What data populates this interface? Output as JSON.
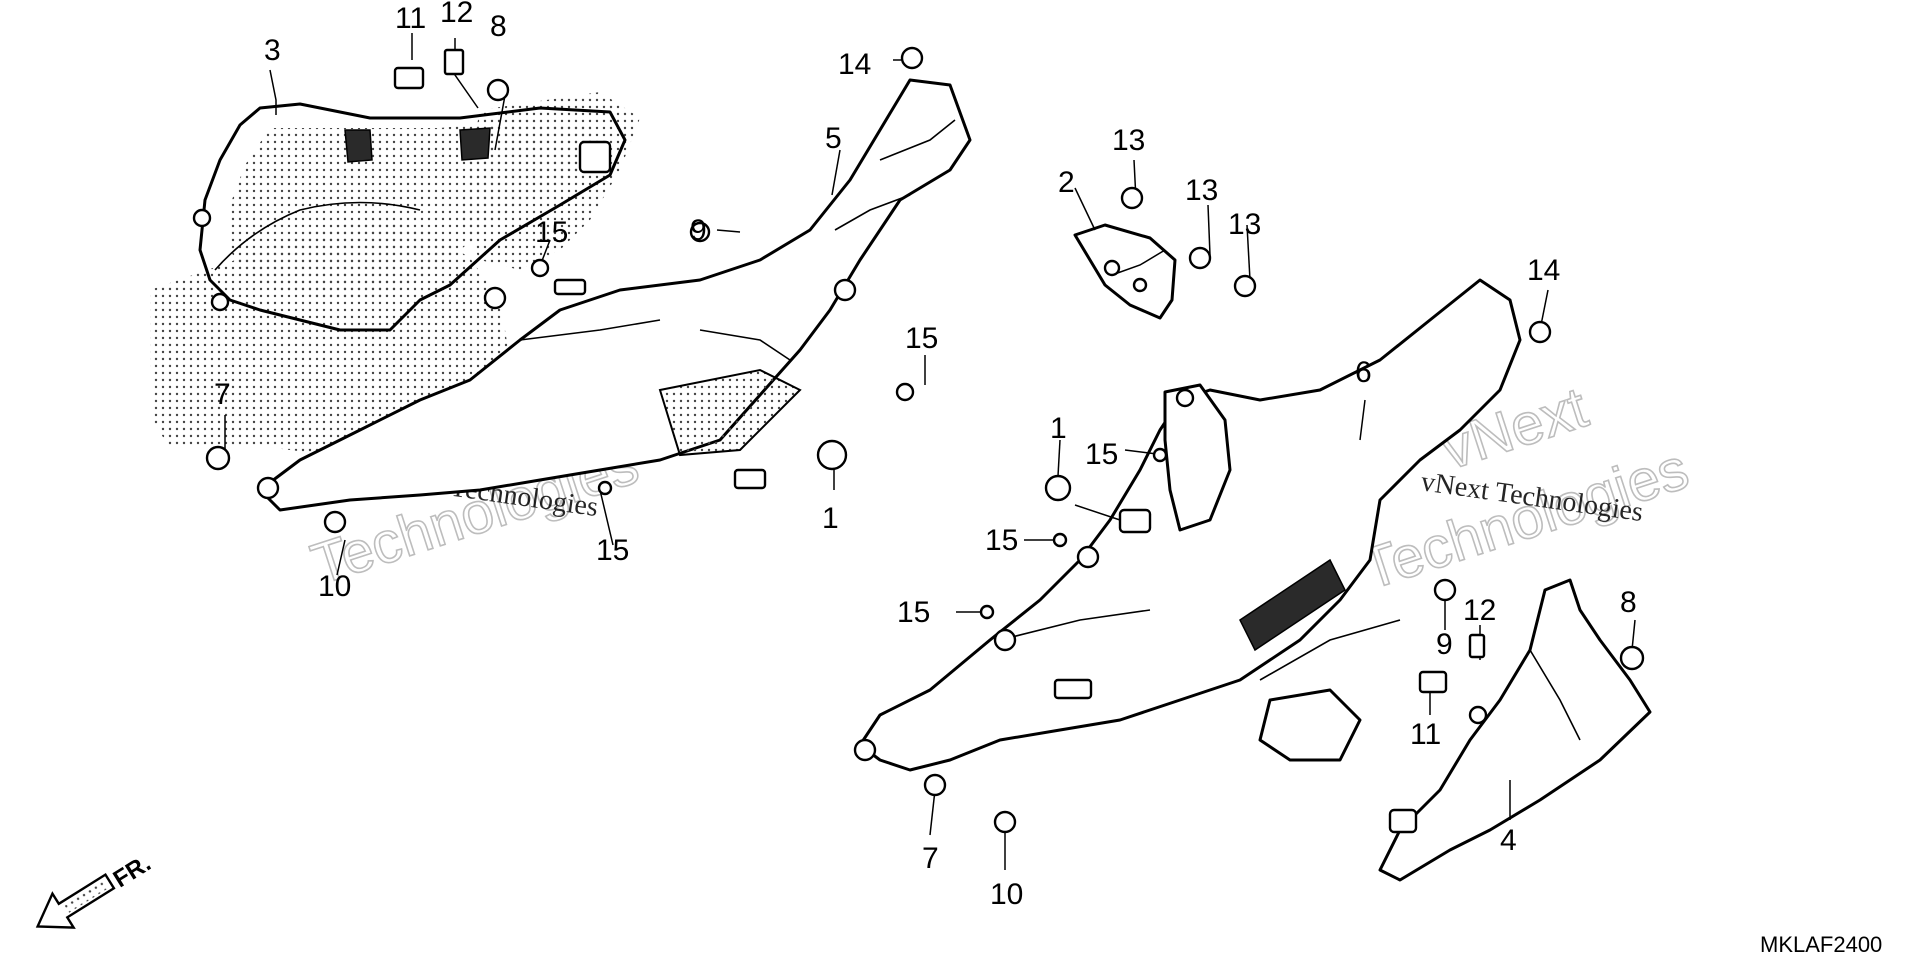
{
  "callouts": {
    "c11a": "11",
    "c12a": "12",
    "c8a": "8",
    "c3": "3",
    "c14a": "14",
    "c5": "5",
    "c9a": "9",
    "c15a": "15",
    "c15b": "15",
    "c7a": "7",
    "c1a": "1",
    "c10a": "10",
    "c15c": "15",
    "c2": "2",
    "c13a": "13",
    "c13b": "13",
    "c13c": "13",
    "c14b": "14",
    "c6": "6",
    "c1b": "1",
    "c15d": "15",
    "c15e": "15",
    "c15f": "15",
    "c12b": "12",
    "c8b": "8",
    "c9b": "9",
    "c11b": "11",
    "c4": "4",
    "c7b": "7",
    "c10b": "10"
  },
  "watermark": {
    "line1": "vNext Technologies",
    "line2": "vNext",
    "line3": "Technologies"
  },
  "front_indicator": "FR.",
  "diagram_code": "MKLAF2400"
}
